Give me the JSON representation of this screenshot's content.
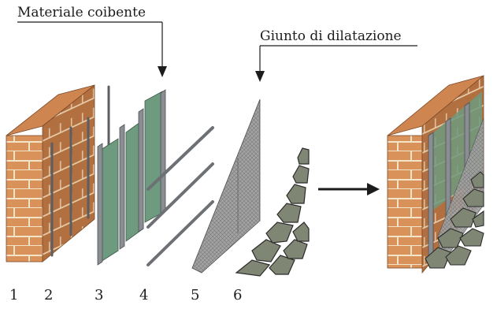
{
  "labels": {
    "insulation": "Materiale coibente",
    "expansion_joint": "Giunto di dilatazione"
  },
  "layer_numbers": [
    "1",
    "2",
    "3",
    "4",
    "5",
    "6"
  ],
  "colors": {
    "brick": "#d9925a",
    "brick_dark": "#b26f3f",
    "mortar": "#f3e3c8",
    "insulation": "#6e9a7f",
    "metal": "#8a8d91",
    "mesh": "#9a9a9a",
    "stone": "#7f8674",
    "stone_edge": "#2b2b2b",
    "text": "#1c1c1c"
  },
  "icons": [
    "arrow-right-icon"
  ]
}
